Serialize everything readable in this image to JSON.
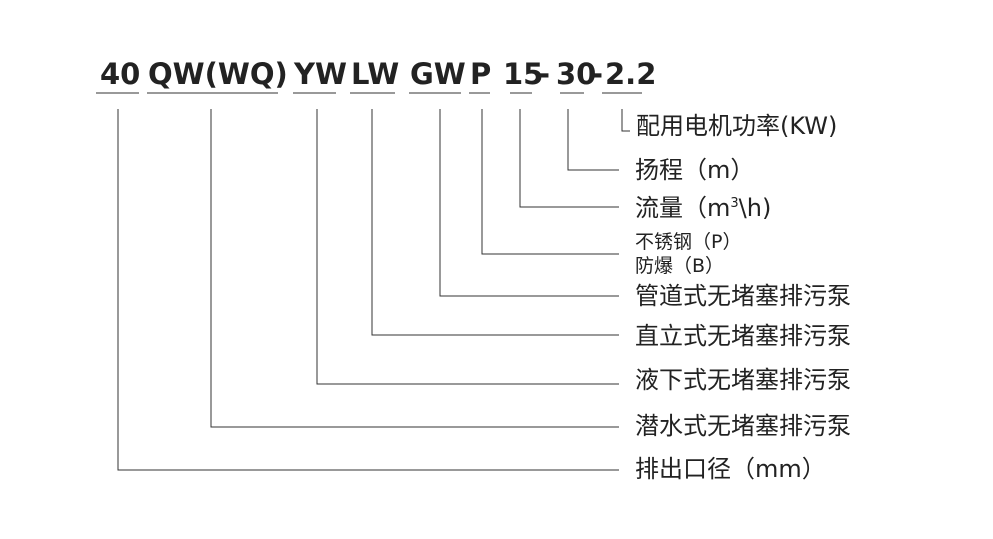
{
  "model_code": {
    "segments": [
      {
        "id": "bore",
        "text": "40"
      },
      {
        "id": "qw",
        "text": "QW(WQ)"
      },
      {
        "id": "yw",
        "text": "YW"
      },
      {
        "id": "lw",
        "text": "LW"
      },
      {
        "id": "gw",
        "text": "GW"
      },
      {
        "id": "p",
        "text": "P"
      },
      {
        "id": "flow",
        "text": "15"
      },
      {
        "id": "head",
        "text": "30"
      },
      {
        "id": "power",
        "text": "2.2"
      }
    ],
    "separator": "-"
  },
  "labels": {
    "power": "配用电机功率(KW)",
    "head": "扬程（m）",
    "flow_prefix": "流量（m",
    "flow_sup": "3",
    "flow_suffix": "\\h)",
    "stainless": "不锈钢（P）",
    "explosion_proof": "防爆（B）",
    "gw": "管道式无堵塞排污泵",
    "lw": "直立式无堵塞排污泵",
    "yw": "液下式无堵塞排污泵",
    "qw": "潜水式无堵塞排污泵",
    "bore": "排出口径（mm）"
  }
}
